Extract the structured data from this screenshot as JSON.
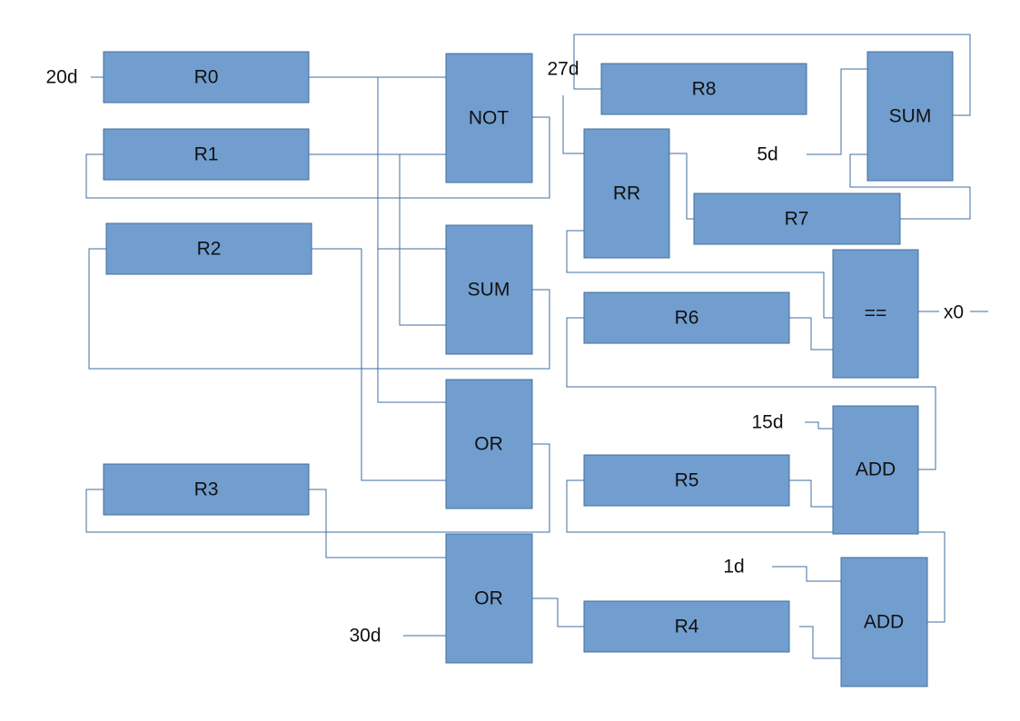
{
  "registers": {
    "r0": "R0",
    "r1": "R1",
    "r2": "R2",
    "r3": "R3",
    "r4": "R4",
    "r5": "R5",
    "r6": "R6",
    "r7": "R7",
    "r8": "R8"
  },
  "operators": {
    "not": "NOT",
    "sum_left": "SUM",
    "or_upper": "OR",
    "or_lower": "OR",
    "rr": "RR",
    "sum_right": "SUM",
    "eq": "==",
    "add_upper": "ADD",
    "add_lower": "ADD"
  },
  "constants": {
    "c20": "20d",
    "c27": "27d",
    "c5": "5d",
    "c15": "15d",
    "c1": "1d",
    "c30": "30d"
  },
  "output": {
    "x0": "x0"
  }
}
